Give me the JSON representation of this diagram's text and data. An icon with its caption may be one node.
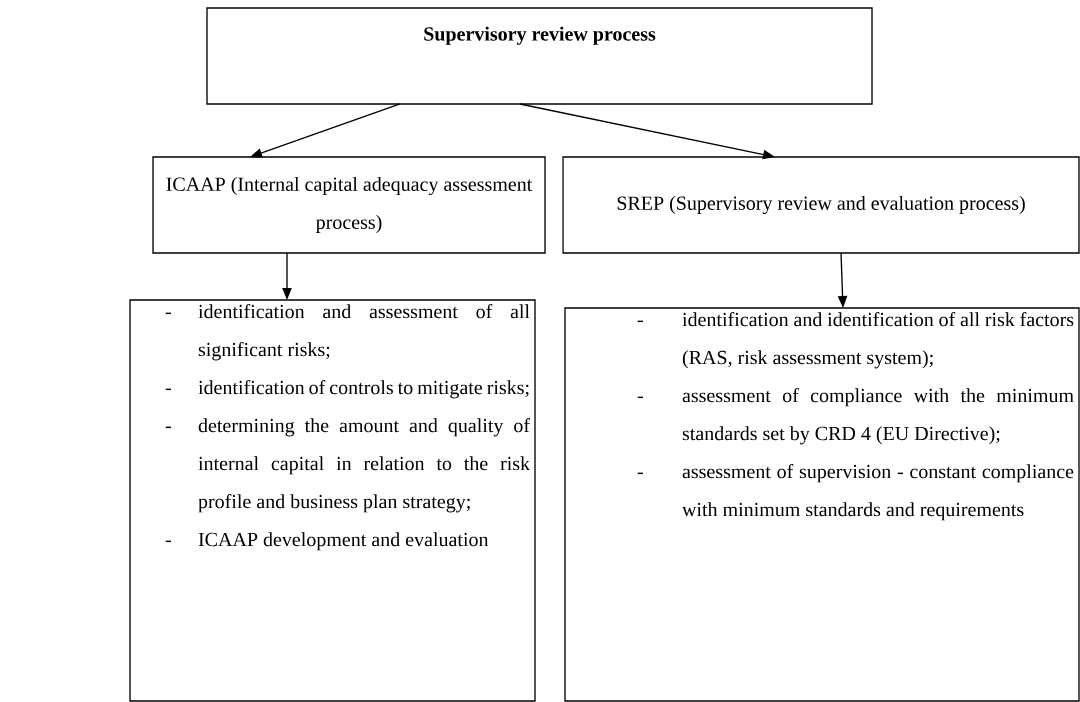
{
  "diagram": {
    "nodes": [
      {
        "text": [
          "Supervisory review process"
        ]
      },
      {
        "text": [
          "ICAAP (Internal capital adequacy assessment process)"
        ]
      },
      {
        "text": [
          "SREP (Supervisory review and evaluation process)"
        ]
      },
      {
        "text": [
          "identification and assessment of all significant risks;",
          "identification of controls to mitigate risks;",
          "determining the amount and quality of internal capital in relation to the risk profile and business plan strategy;",
          "ICAAP development and evaluation"
        ]
      },
      {
        "text": [
          "identification and identification of all risk factors (RAS, risk assessment system);",
          "assessment of compliance with the minimum standards set by CRD 4 (EU Directive);",
          "assessment of supervision - constant compliance with minimum standards and requirements"
        ]
      }
    ],
    "edges": [
      {
        "from": 0,
        "to": 1,
        "arrow": "to"
      },
      {
        "from": 0,
        "to": 2,
        "arrow": "to"
      },
      {
        "from": 1,
        "to": 3,
        "arrow": "to"
      },
      {
        "from": 2,
        "to": 4,
        "arrow": "to"
      }
    ],
    "labels": [
      "-",
      "-",
      "-",
      "-",
      "-",
      "-",
      "-"
    ]
  }
}
